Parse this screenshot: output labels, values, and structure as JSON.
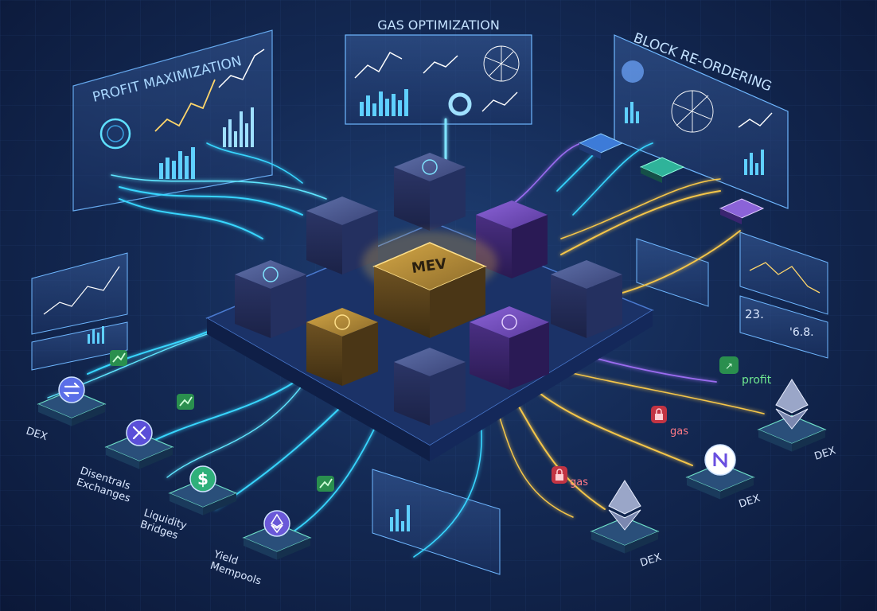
{
  "panels": {
    "profit": {
      "title": "PROFIT MAXIMIZATION"
    },
    "gas": {
      "title": "GAS OPTIMIZATION"
    },
    "block": {
      "title": "BLOCK RE-ORDERING"
    }
  },
  "core": {
    "label": "MEV"
  },
  "nodes": {
    "left": [
      {
        "label": "DEX",
        "icon": "swap-arrows-icon"
      },
      {
        "label": "Disentrals Exchanges",
        "icon": "cross-arrows-icon"
      },
      {
        "label": "Liquidity Bridges",
        "icon": "dollar-icon"
      },
      {
        "label": "Yield Mempools",
        "icon": "ethereum-icon"
      }
    ],
    "right": [
      {
        "label": "DEX",
        "icon": "ethereum-icon"
      },
      {
        "label": "DEX",
        "icon": "n-logo-icon"
      },
      {
        "label": "DEX",
        "icon": "ethereum-icon"
      }
    ]
  },
  "tags": {
    "profit": "profit",
    "gas1": "gas",
    "gas2": "gas"
  },
  "readouts": {
    "r1": "23.",
    "r2": "'6.8."
  },
  "colors": {
    "cyan": "#37d6ff",
    "gold": "#f5c64a",
    "purple": "#9b6cf0",
    "green": "#3fd17a",
    "red": "#e8424f"
  }
}
